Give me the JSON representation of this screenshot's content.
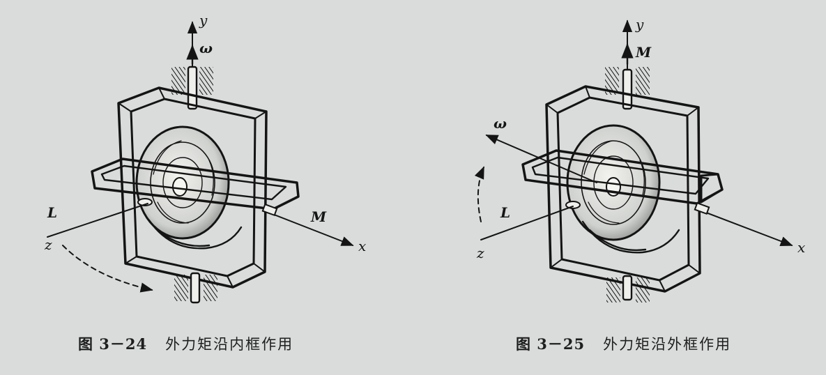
{
  "figures": [
    {
      "caption_number": "图 3－24",
      "caption_text": "外力矩沿内框作用",
      "axis_labels": {
        "y": "y",
        "x": "x",
        "z": "z",
        "top_vector": "ω",
        "right_vector": "M",
        "left_vector": "L"
      }
    },
    {
      "caption_number": "图 3－25",
      "caption_text": "外力矩沿外框作用",
      "axis_labels": {
        "y": "y",
        "x": "x",
        "z": "z",
        "top_vector": "M",
        "left_upper_vector": "ω",
        "left_vector": "L"
      }
    }
  ],
  "colors": {
    "paper": "#d9dcdb",
    "ink": "#141414"
  }
}
